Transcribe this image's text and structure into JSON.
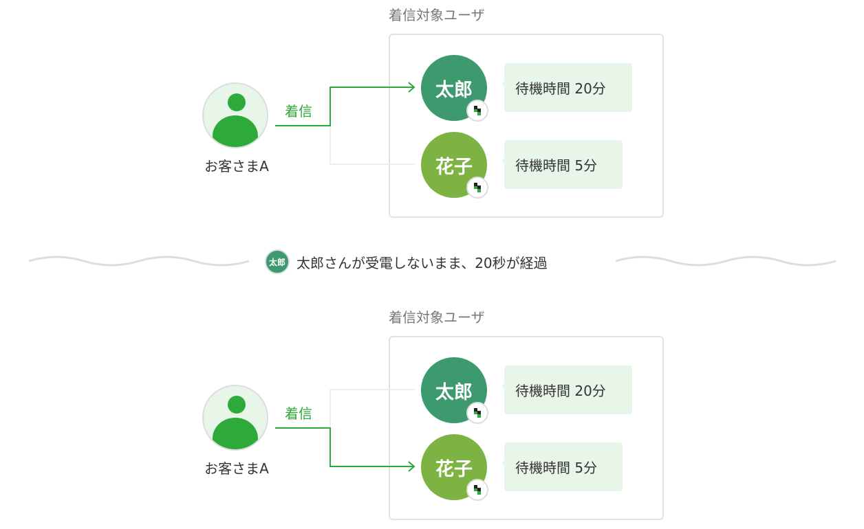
{
  "section_title": "着信対象ユーザ",
  "customer": "お客さまA",
  "call_label": "着信",
  "users": [
    {
      "name": "太郎",
      "wait": "待機時間 20分",
      "color": "#3d9a6e"
    },
    {
      "name": "花子",
      "wait": "待機時間 5分",
      "color": "#7db342"
    }
  ],
  "separator": {
    "avatar": "太郎",
    "message": "太郎さんが受電しないまま、20秒が経過"
  },
  "colors": {
    "accent": "#2eaa3b",
    "bubble": "#e8f5e9"
  }
}
